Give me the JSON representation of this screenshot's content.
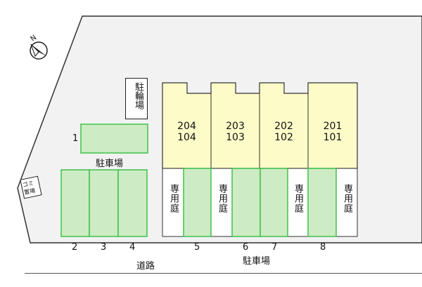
{
  "map": {
    "north_symbol": "N",
    "bicycle_parking_label": "駐輪場",
    "garbage_label": "ゴミ置場",
    "parking_upper_label": "駐車場",
    "parking_lower_label": "駐車場",
    "road_label": "道路",
    "garden_label": "専用庭",
    "units": [
      {
        "upper": "204",
        "lower": "104"
      },
      {
        "upper": "203",
        "lower": "103"
      },
      {
        "upper": "202",
        "lower": "102"
      },
      {
        "upper": "201",
        "lower": "101"
      }
    ],
    "parking_numbers": [
      "1",
      "2",
      "3",
      "4",
      "5",
      "6",
      "7",
      "8"
    ],
    "colors": {
      "parking_fill": "#cdebc4",
      "parking_border": "#3ec24a",
      "building_fill": "#fdfbc8",
      "site_fill": "#f2f2f2",
      "site_outline": "#333333"
    }
  }
}
